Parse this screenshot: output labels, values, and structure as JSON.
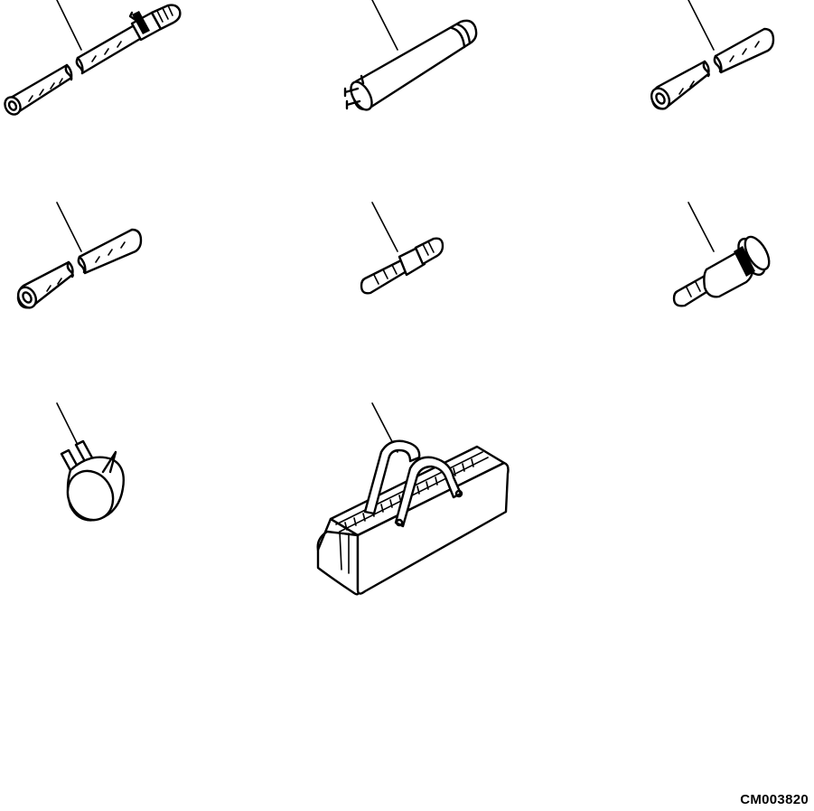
{
  "drawing": {
    "code": "CM003820"
  },
  "parts": [
    {
      "name": "hose-with-coupler"
    },
    {
      "name": "cylinder-adapter"
    },
    {
      "name": "hose-right"
    },
    {
      "name": "hose-left"
    },
    {
      "name": "nipple"
    },
    {
      "name": "quick-coupler"
    },
    {
      "name": "hose-clamp"
    },
    {
      "name": "tool-bag"
    }
  ]
}
